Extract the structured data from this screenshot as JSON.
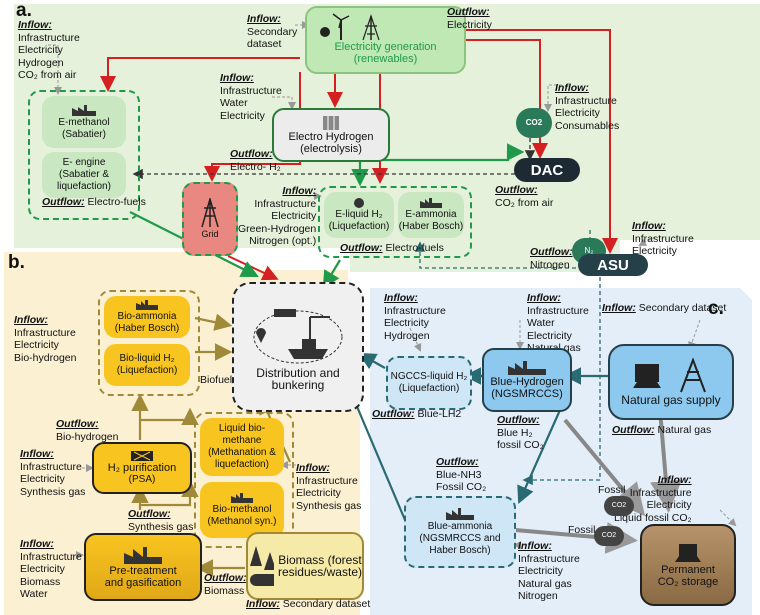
{
  "sections": {
    "a": "a.",
    "b": "b.",
    "c": "c."
  },
  "colors": {
    "green_bg": "#e6f1db",
    "yellow_bg": "#fbf0d2",
    "blue_bg": "#e4eef8",
    "red_arrow": "#d42020",
    "green_arrow": "#1f9a4a",
    "brown_arrow": "#a08a3a",
    "teal_arrow": "#2a6a72"
  },
  "a": {
    "electricity_generation": {
      "line1": "Electricity generation",
      "line2": "(renewables)",
      "inflow_label": "Inflow:",
      "inflow_text": "Secondary\ndataset",
      "outflow_label": "Outflow:",
      "outflow_text": "Electricity"
    },
    "left_group": {
      "inflow_label": "Inflow:",
      "inflow_text": "Infrastructure\nElectricity\nHydrogen\nCO₂ from air",
      "emethanol_1": "E-methanol",
      "emethanol_2": "(Sabatier)",
      "eengine_1": "E-        engine",
      "eengine_2": "(Sabatier &",
      "eengine_3": "liquefaction)",
      "outflow_label": "Outflow:",
      "outflow_text": "Electro-fuels"
    },
    "electro_hydrogen": {
      "line1": "Electro Hydrogen",
      "line2": "(electrolysis)",
      "inflow_label": "Inflow:",
      "inflow_text": "Infrastructure\nWater\nElectricity",
      "outflow_label": "Outflow:",
      "outflow_text": "Electro- H₂"
    },
    "dac": {
      "label": "DAC",
      "co2_icon": "CO2",
      "inflow_label": "Inflow:",
      "inflow_text": "Infrastructure\nElectricity\nConsumables",
      "outflow_label": "Outflow:",
      "outflow_text": "CO₂ from air"
    },
    "grid": {
      "label": "Grid"
    },
    "middle_inflow": {
      "label": "Inflow:",
      "text": "Infrastructure\nElectricity\nGreen-Hydrogen\nNitrogen (opt.)"
    },
    "eliquid": {
      "line1": "E-liquid H₂",
      "line2": "(Liquefaction)"
    },
    "eammonia": {
      "line1": "E-ammonia",
      "line2": "(Haber Bosch)"
    },
    "electrofuels_out": {
      "label": "Outflow:",
      "text": "Electro-fuels"
    },
    "asu": {
      "label": "ASU",
      "n2_icon": "N₂",
      "inflow_label": "Inflow:",
      "inflow_text": "Infrastructure\nElectricity",
      "outflow_label": "Outflow:",
      "outflow_text": "Nitrogen"
    }
  },
  "b": {
    "inflow_top": {
      "label": "Inflow:",
      "text": "Infrastructure\nElectricity\nBio-hydrogen"
    },
    "bioammonia": {
      "line1": "Bio-ammonia",
      "line2": "(Haber Bosch)"
    },
    "bioliquid": {
      "line1": "Bio-liquid H₂",
      "line2": "(Liquefaction)"
    },
    "biofuels": "Biofuels",
    "biohydrogen_out": {
      "label": "Outflow:",
      "text": "Bio-hydrogen"
    },
    "h2purif_inflow": {
      "label": "Inflow:",
      "text": "Infrastructure\nElectricity\nSynthesis gas"
    },
    "h2purif": {
      "line1": "H₂ purification",
      "line2": "(PSA)"
    },
    "liquid_biomethane": {
      "line1": "Liquid bio-methane",
      "line2": "(Methanation &",
      "line3": "liquefaction)"
    },
    "biomethanol": {
      "line1": "Bio-methanol",
      "line2": "(Methanol syn.)"
    },
    "right_inflow": {
      "label": "Inflow:",
      "text": "Infrastructure\nElectricity\nSynthesis gas"
    },
    "synthgas_out": {
      "label": "Outflow:",
      "text": "Synthesis gas"
    },
    "pretreat_inflow": {
      "label": "Inflow:",
      "text": "Infrastructure\nElectricity\nBiomass\nWater"
    },
    "pretreat": {
      "line1": "Pre-treatment",
      "line2": "and gasification"
    },
    "biomass_out": {
      "label": "Outflow:",
      "text": "Biomass"
    },
    "biomass": {
      "line1": "Biomass (forest",
      "line2": "residues/waste)"
    },
    "biomass_inflow": {
      "label": "Inflow:",
      "text": "Secondary dataset"
    }
  },
  "center": {
    "line1": "Distribution and",
    "line2": "bunkering"
  },
  "c": {
    "top_inflow": {
      "label": "Inflow:",
      "text": "Infrastructure\nElectricity\nHydrogen"
    },
    "ngccs": {
      "line1": "NGCCS-liquid H₂",
      "line2": "(Liquefaction)"
    },
    "bluelh2_out": {
      "label": "Outflow:",
      "text": "Blue-LH2"
    },
    "bluehyd_inflow": {
      "label": "Inflow:",
      "text": "Infrastructure\nWater\nElectricity\nNatural gas"
    },
    "bluehyd": {
      "line1": "Blue-Hydrogen",
      "line2": "(NGSMRCCS)"
    },
    "bluehyd_out": {
      "label": "Outflow:",
      "text": "Blue H₂\nfossil CO₂"
    },
    "ngsupply_inflow": {
      "label": "Inflow:",
      "text": "Secondary dataset"
    },
    "ngsupply": {
      "label": "Natural gas supply"
    },
    "ngsupply_out": {
      "label": "Outflow:",
      "text": "Natural gas"
    },
    "bluenh3_out": {
      "label": "Outflow:",
      "text": "Blue-NH3\nFossil CO₂"
    },
    "blueammonia": {
      "line1": "Blue-ammonia",
      "line2": "(NGSMRCCS and",
      "line3": "Haber Bosch)"
    },
    "blueammonia_inflow": {
      "label": "Inflow:",
      "text": "Infrastructure\nElectricity\nNatural gas\nNitrogen"
    },
    "storage_inflow": {
      "label": "Inflow:",
      "text": "Infrastructure\nElectricity\nLiquid fossil CO₂"
    },
    "storage": {
      "line1": "Permanent",
      "line2": "CO₂ storage"
    },
    "fossil1": "Fossil",
    "fossil2": "Fossil",
    "co2a": "CO2",
    "co2b": "CO2"
  }
}
